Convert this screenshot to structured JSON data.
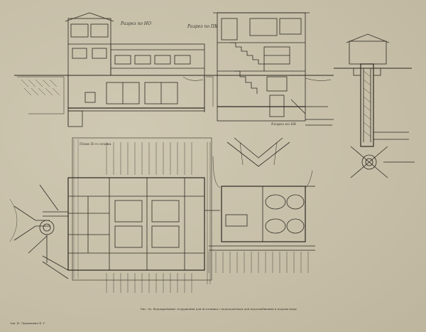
{
  "labels": {
    "section_1": "Разрез по НО",
    "section_2": "Разрез по ПК",
    "section_3": "Разрез по БВ",
    "plan_caption": "План II-го этажа",
    "caption": "Рис. 9а. Водоприёмные сооружения для источника с водоподъёмом для водоснабжения и подачи воды",
    "signature": "Зав. И. Лукашевич Б. Г."
  },
  "colors": {
    "paper": "#c9c2ac",
    "ink": "#2e2a24"
  }
}
